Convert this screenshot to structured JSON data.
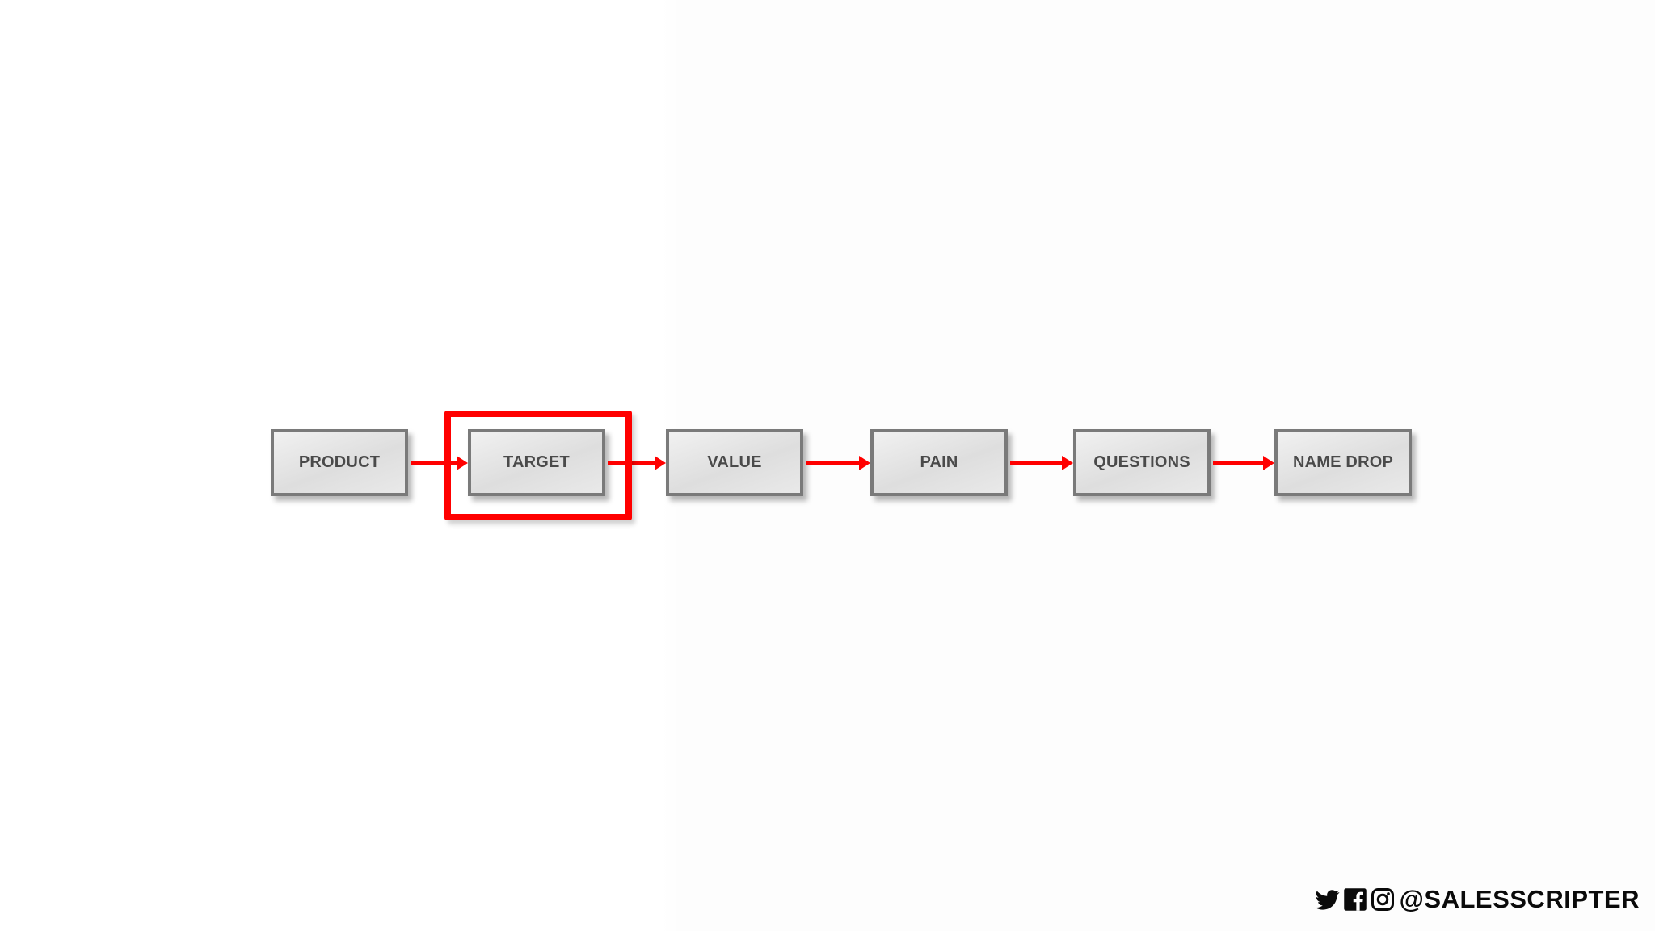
{
  "diagram": {
    "steps": [
      {
        "label": "PRODUCT"
      },
      {
        "label": "TARGET"
      },
      {
        "label": "VALUE"
      },
      {
        "label": "PAIN"
      },
      {
        "label": "QUESTIONS"
      },
      {
        "label": "NAME DROP"
      }
    ],
    "highlighted_step": "TARGET",
    "arrow_color": "#ff0000",
    "box_border_color": "#7a7a7a",
    "label_color": "#4a4a4a"
  },
  "footer": {
    "icons": [
      "twitter-icon",
      "facebook-icon",
      "instagram-icon"
    ],
    "handle": "@SALESSCRIPTER"
  }
}
